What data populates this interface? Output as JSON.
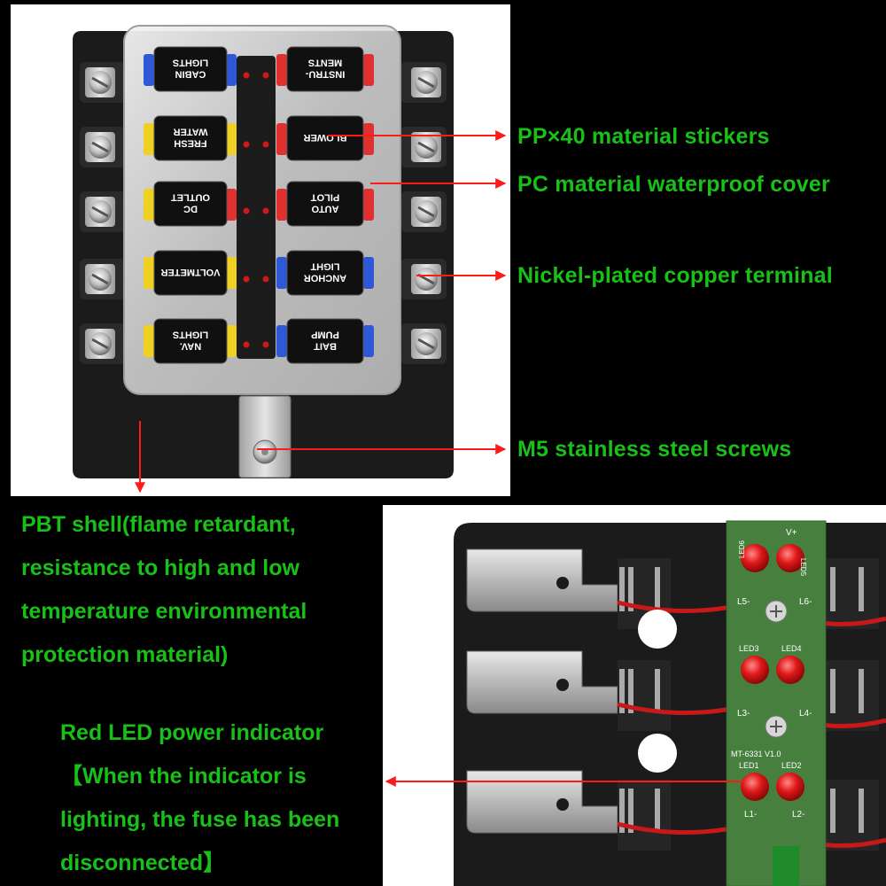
{
  "colors": {
    "background": "#000000",
    "label_text": "#18c018",
    "arrow": "#ff1a1a",
    "led_red": "#e02020",
    "pcb_green": "#3f7a3a",
    "housing_black": "#1b1b1b"
  },
  "fuse_block": {
    "left_labels": [
      "CABIN\nLIGHTS",
      "FRESH\nWATER",
      "DC\nOUTLET",
      "VOLTMETER",
      "NAV.\nLIGHTS"
    ],
    "right_labels": [
      "INSTRU-\nMENTS",
      "BLOWER",
      "AUTO\nPILOT",
      "ANCHOR\nLIGHT",
      "BAIT\nPUMP"
    ]
  },
  "annotations": {
    "stickers": "PP×40 material stickers",
    "cover": "PC material waterproof cover",
    "terminal": "Nickel-plated copper terminal",
    "screws": "M5 stainless steel screws",
    "shell_lines": [
      "PBT shell(flame retardant,",
      "resistance to high and low",
      "temperature environmental",
      "protection material)"
    ],
    "led_lines": [
      "Red LED power indicator",
      "【When the indicator is",
      "lighting, the fuse has been",
      "disconnected】"
    ]
  },
  "pcb": {
    "top_label": "V+",
    "row1_labels": [
      "LED6",
      "LED5"
    ],
    "row2_labels": [
      "L5-",
      "L6-"
    ],
    "row3_labels": [
      "LED3",
      "LED4"
    ],
    "row4_labels": [
      "L3-",
      "L4-"
    ],
    "model": "MT-6331 V1.0",
    "row5_labels": [
      "LED1",
      "LED2"
    ],
    "row6_labels": [
      "L1-",
      "L2-"
    ]
  }
}
